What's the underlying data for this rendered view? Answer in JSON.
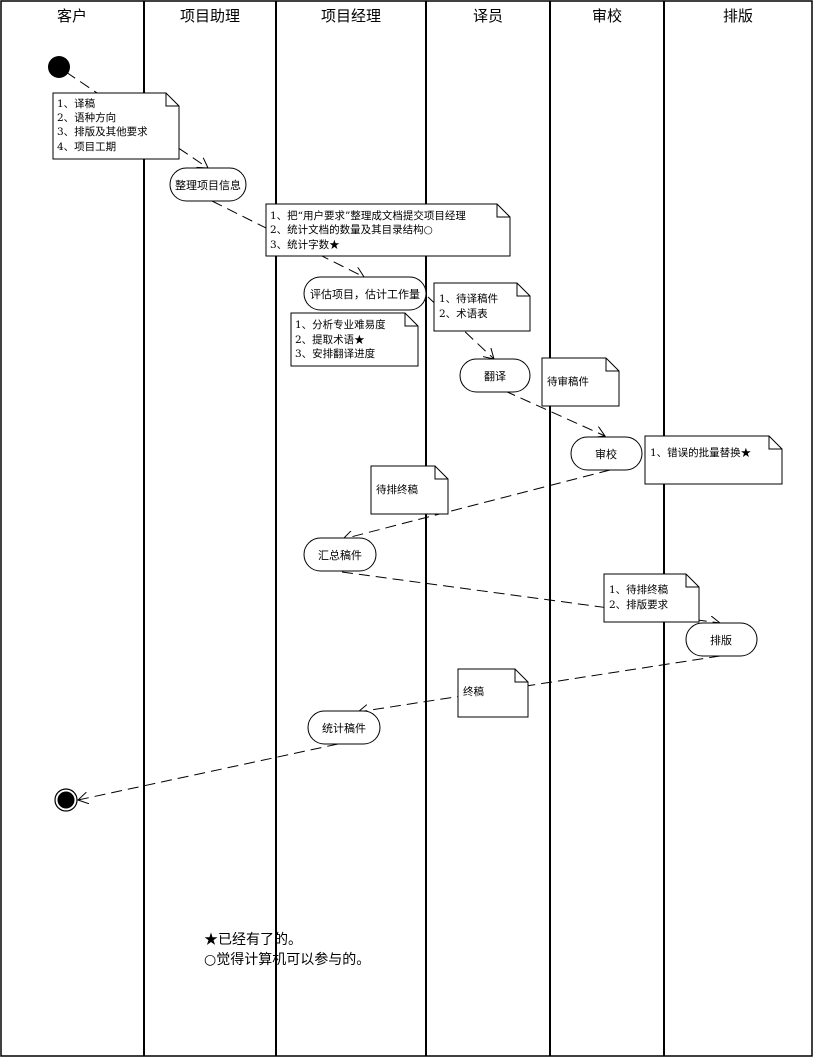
{
  "lanes": [
    "客户",
    "项目助理",
    "项目经理",
    "译员",
    "审校",
    "排版"
  ],
  "activities": {
    "organize": "整理项目信息",
    "evaluate": "评估项目，估计工作量",
    "translate": "翻译",
    "review": "审校",
    "collect": "汇总稿件",
    "typeset": "排版",
    "count": "统计稿件"
  },
  "notes": {
    "customer": [
      "1、译稿",
      "2、语种方向",
      "3、排版及其他要求",
      "4、项目工期"
    ],
    "assistant": [
      "1、把“用户要求”整理成文档提交项目经理",
      "2、统计文档的数量及其目录结构○",
      "3、统计字数★"
    ],
    "manager": [
      "1、分析专业难易度",
      "2、提取术语★",
      "3、安排翻译进度"
    ],
    "to_translator": [
      "1、待译稿件",
      "2、术语表"
    ],
    "to_review": [
      "待审稿件"
    ],
    "review_task": [
      "1、错误的批量替换★"
    ],
    "to_collect": [
      "待排终稿"
    ],
    "to_typeset": [
      "1、待排终稿",
      "2、排版要求"
    ],
    "final": [
      "终稿"
    ]
  },
  "legend": [
    "★已经有了的。",
    "○觉得计算机可以参与的。"
  ]
}
